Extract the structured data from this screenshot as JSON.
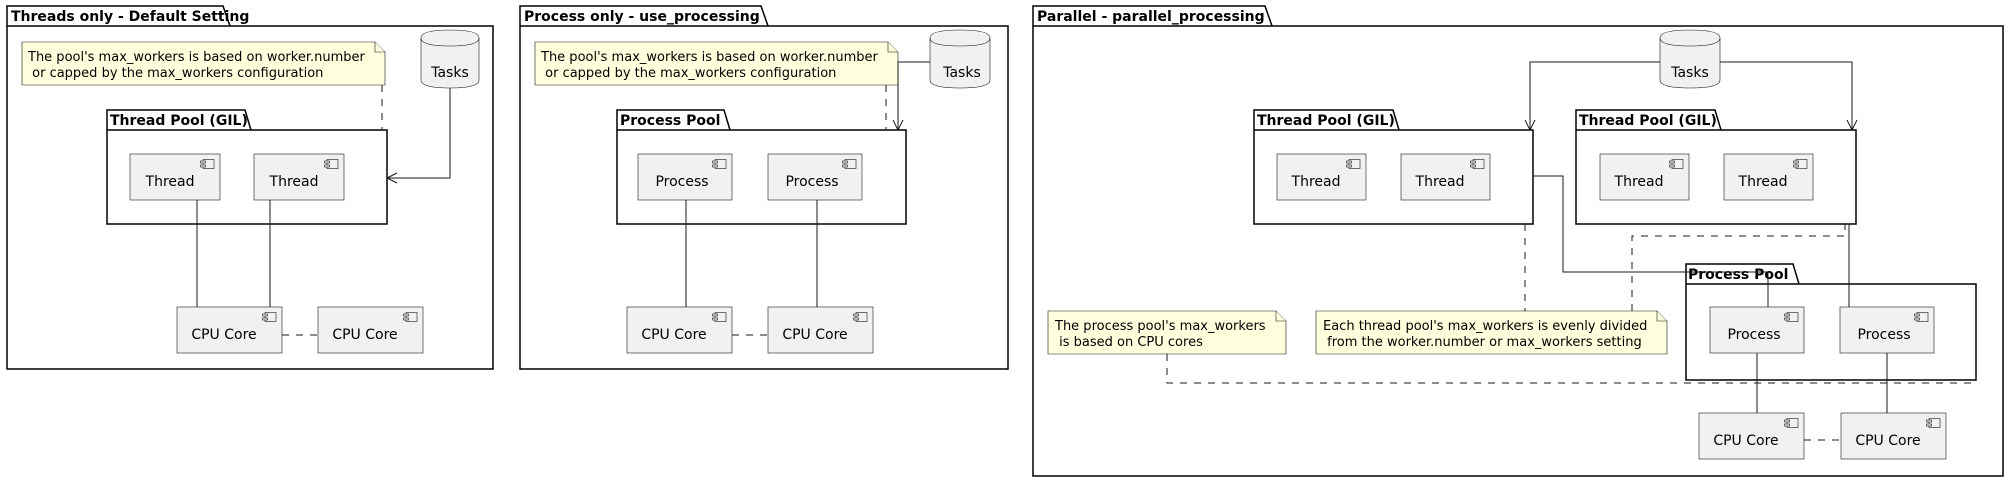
{
  "packages": {
    "threads_only": {
      "title": "Threads only - Default Setting",
      "pool_title": "Thread Pool (GIL)",
      "thread_1": "Thread",
      "thread_2": "Thread",
      "cpu_1": "CPU Core",
      "cpu_2": "CPU Core",
      "tasks": "Tasks",
      "note_line_1": "The pool's max_workers is based on worker.number",
      "note_line_2": " or capped by the max_workers configuration"
    },
    "process_only": {
      "title": "Process only - use_processing",
      "pool_title": "Process Pool",
      "process_1": "Process",
      "process_2": "Process",
      "cpu_1": "CPU Core",
      "cpu_2": "CPU Core",
      "tasks": "Tasks",
      "note_line_1": "The pool's max_workers is based on worker.number",
      "note_line_2": " or capped by the max_workers configuration"
    },
    "parallel": {
      "title": "Parallel - parallel_processing",
      "tasks": "Tasks",
      "thread_pool_1_title": "Thread Pool (GIL)",
      "thread_pool_1_thread_1": "Thread",
      "thread_pool_1_thread_2": "Thread",
      "thread_pool_2_title": "Thread Pool (GIL)",
      "thread_pool_2_thread_1": "Thread",
      "thread_pool_2_thread_2": "Thread",
      "process_pool_title": "Process Pool",
      "process_1": "Process",
      "process_2": "Process",
      "cpu_1": "CPU Core",
      "cpu_2": "CPU Core",
      "note_process_line_1": "The process pool's max_workers",
      "note_process_line_2": " is based on CPU cores",
      "note_thread_line_1": "Each thread pool's max_workers is evenly divided",
      "note_thread_line_2": " from the worker.number or max_workers setting"
    }
  }
}
